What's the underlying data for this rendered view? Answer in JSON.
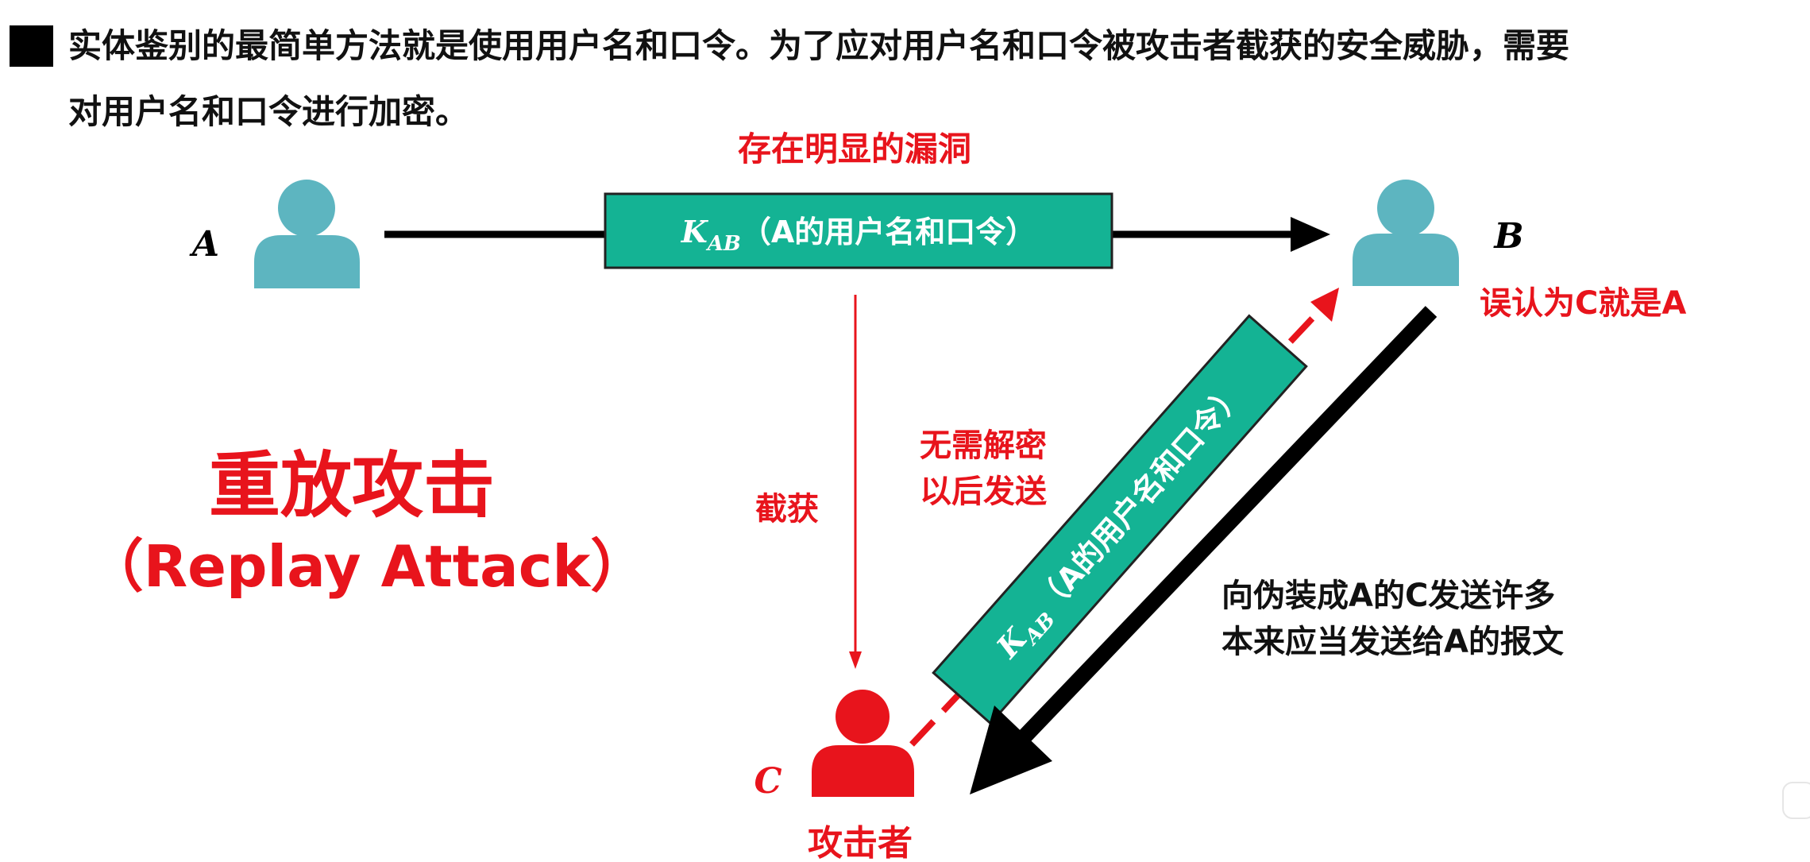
{
  "header": {
    "line1": "实体鉴别的最简单方法就是使用用户名和口令。为了应对用户名和口令被攻击者截获的安全威胁，需要",
    "line2": "对用户名和口令进行加密。"
  },
  "diagram": {
    "vulnerability_note": "存在明显的漏洞",
    "node_a": "A",
    "node_b": "B",
    "node_c": "C",
    "attacker_label": "攻击者",
    "message": {
      "key": "K",
      "key_sub": "AB",
      "content": "（A的用户名和口令）"
    },
    "intercept_label": "截获",
    "replay_note_1": "无需解密",
    "replay_note_2": "以后发送",
    "b_mistake": "误认为C就是A",
    "b_response_1": "向伪装成A的C发送许多",
    "b_response_2": "本来应当发送给A的报文",
    "title_cn": "重放攻击",
    "title_en": "（Replay Attack）"
  },
  "colors": {
    "teal_person": "#5db5c0",
    "teal_box": "#14b394",
    "red": "#e8141c",
    "black": "#000000"
  }
}
